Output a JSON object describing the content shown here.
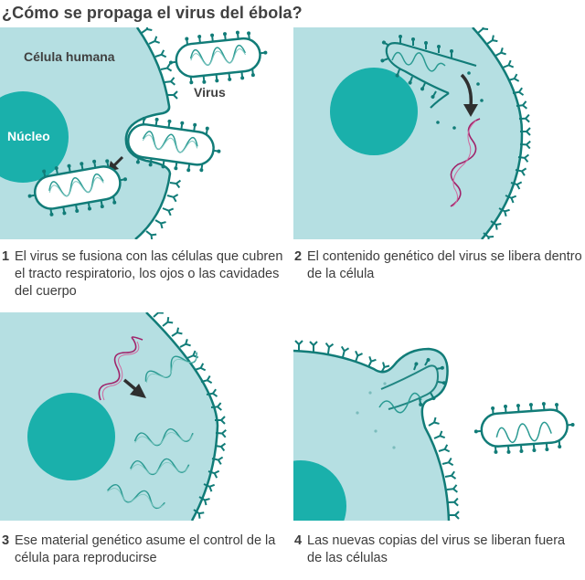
{
  "title": "¿Cómo se propaga el virus del ébola?",
  "colors": {
    "cell_fill": "#b5dfe2",
    "membrane": "#117c78",
    "nucleus": "#1ab0ab",
    "viral_rna": "#a0236a",
    "arrow": "#2f2f2f",
    "text": "#3c3c3c"
  },
  "panels": [
    {
      "number": "1",
      "caption": "El virus se fusiona con las células que cubren el tracto respiratorio, los ojos o las cavidades del cuerpo",
      "labels": {
        "cell": "Célula humana",
        "nucleus": "Núcleo",
        "virus": "Virus"
      }
    },
    {
      "number": "2",
      "caption": "El contenido genético del virus se libera dentro de la célula"
    },
    {
      "number": "3",
      "caption": "Ese material genético asume el control de la célula para reproducirse"
    },
    {
      "number": "4",
      "caption": "Las nuevas copias del virus se liberan fuera de las células"
    }
  ],
  "icons": {
    "virus": "virus-icon",
    "nucleus": "nucleus-icon",
    "rna": "rna-helix-icon",
    "arrow": "arrow-icon"
  }
}
